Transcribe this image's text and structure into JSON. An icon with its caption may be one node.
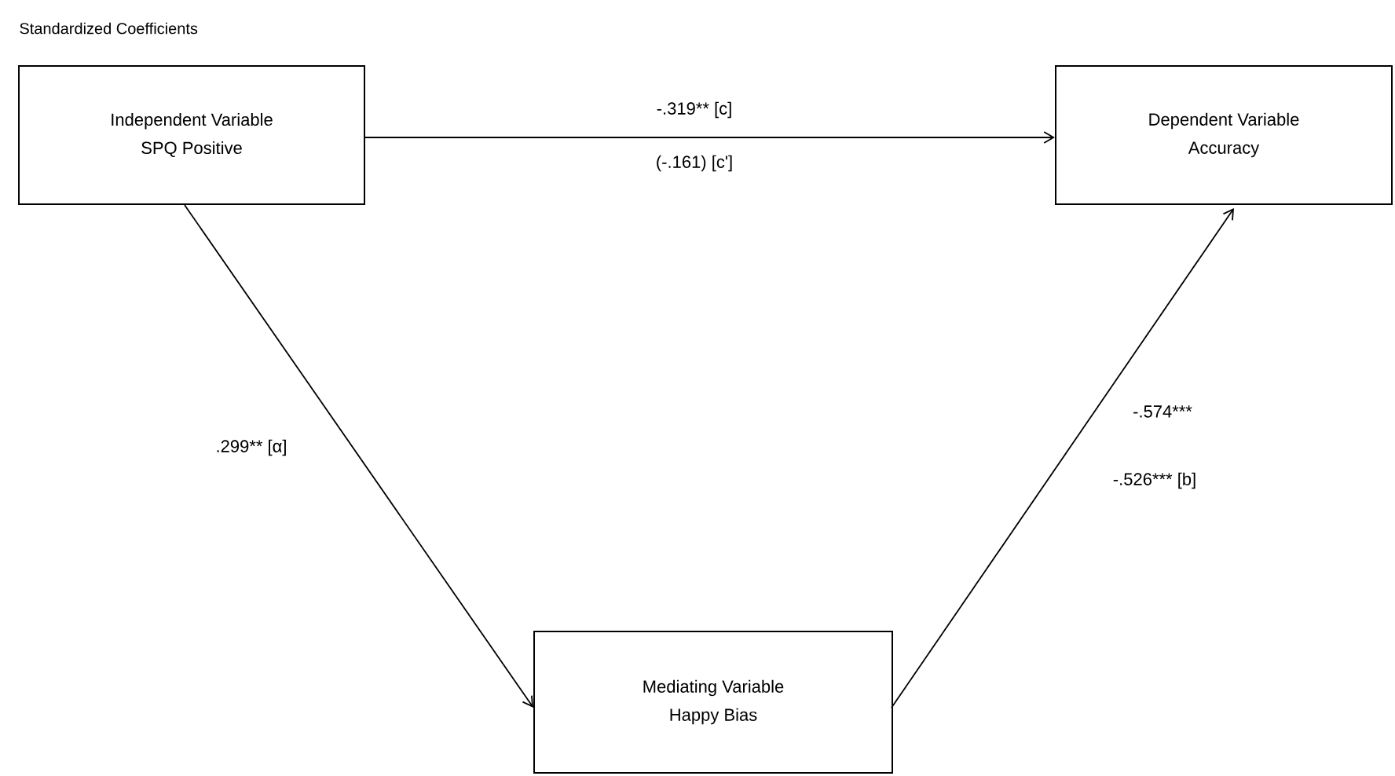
{
  "diagram": {
    "title": "Standardized Coefficients",
    "nodes": [
      {
        "text": [
          "Independent Variable",
          "SPQ Positive"
        ]
      },
      {
        "text": [
          "Dependent Variable",
          "Accuracy"
        ]
      },
      {
        "text": [
          "Mediating Variable",
          "Happy Bias"
        ]
      }
    ],
    "edges": [
      {
        "from": 0,
        "to": 1,
        "arrow": "to",
        "label": "-.319** [c]"
      },
      {
        "from": 0,
        "to": 2,
        "arrow": "to",
        "label": ".299** [α]"
      },
      {
        "from": 2,
        "to": 1,
        "arrow": "to",
        "label": "-.574***"
      }
    ],
    "labels": [
      "(-.161) [c']",
      "-.526*** [b]"
    ]
  }
}
